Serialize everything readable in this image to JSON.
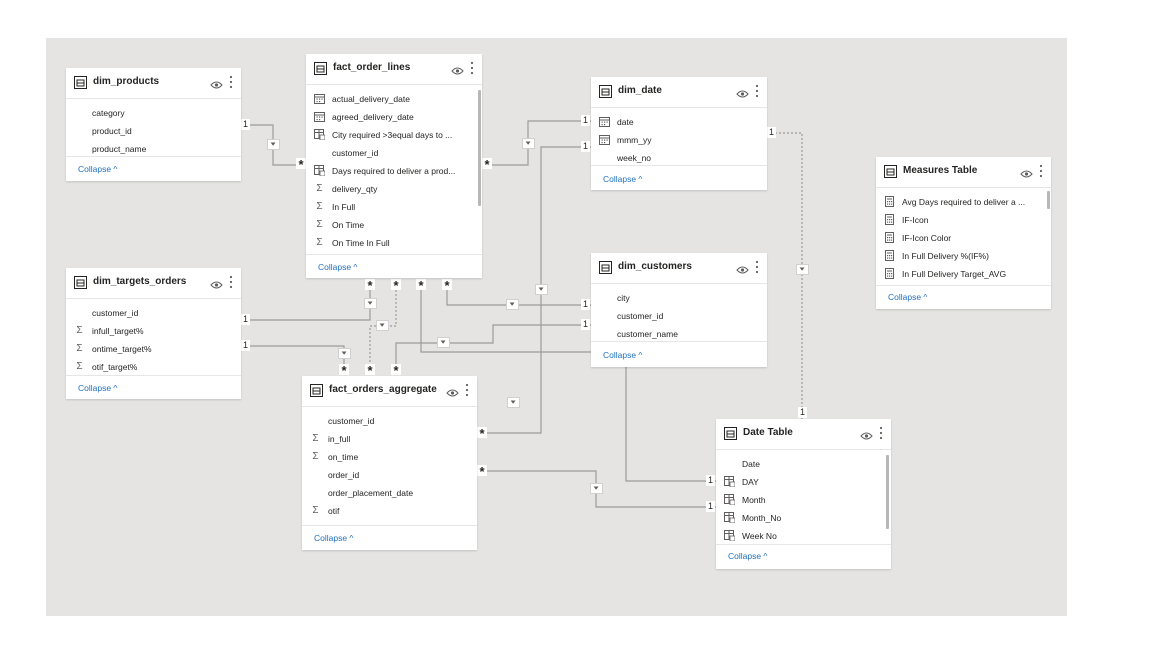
{
  "colors": {
    "canvas": "#e5e4e2",
    "line": "#9b9b9b",
    "link": "#1f6fbf",
    "text": "#252423"
  },
  "tables": {
    "dim_products": {
      "title": "dim_products",
      "fields": [
        {
          "name": "category",
          "icon": "none"
        },
        {
          "name": "product_id",
          "icon": "none"
        },
        {
          "name": "product_name",
          "icon": "none"
        }
      ],
      "collapse": "Collapse ^"
    },
    "fact_order_lines": {
      "title": "fact_order_lines",
      "fields": [
        {
          "name": "actual_delivery_date",
          "icon": "calendar-icon"
        },
        {
          "name": "agreed_delivery_date",
          "icon": "calendar-icon"
        },
        {
          "name": "City required >3equal days to ...",
          "icon": "calculated-column-icon"
        },
        {
          "name": "customer_id",
          "icon": "none"
        },
        {
          "name": "Days required to deliver a prod...",
          "icon": "calculated-column-icon"
        },
        {
          "name": "delivery_qty",
          "icon": "sigma-icon"
        },
        {
          "name": "In Full",
          "icon": "sigma-icon"
        },
        {
          "name": "On Time",
          "icon": "sigma-icon"
        },
        {
          "name": "On Time In Full",
          "icon": "sigma-icon"
        }
      ],
      "collapse": "Collapse ^"
    },
    "dim_date": {
      "title": "dim_date",
      "fields": [
        {
          "name": "date",
          "icon": "calendar-icon"
        },
        {
          "name": "mmm_yy",
          "icon": "calendar-icon"
        },
        {
          "name": "week_no",
          "icon": "none"
        }
      ],
      "collapse": "Collapse ^"
    },
    "measures_table": {
      "title": "Measures Table",
      "fields": [
        {
          "name": "Avg Days required to deliver a ...",
          "icon": "measure-icon"
        },
        {
          "name": "IF-Icon",
          "icon": "measure-icon"
        },
        {
          "name": "IF-Icon Color",
          "icon": "measure-icon"
        },
        {
          "name": "In Full Delivery %(IF%)",
          "icon": "measure-icon"
        },
        {
          "name": "In Full Delivery Target_AVG",
          "icon": "measure-icon"
        }
      ],
      "collapse": "Collapse ^"
    },
    "dim_targets_orders": {
      "title": "dim_targets_orders",
      "fields": [
        {
          "name": "customer_id",
          "icon": "none"
        },
        {
          "name": "infull_target%",
          "icon": "sigma-icon"
        },
        {
          "name": "ontime_target%",
          "icon": "sigma-icon"
        },
        {
          "name": "otif_target%",
          "icon": "sigma-icon"
        }
      ],
      "collapse": "Collapse ^"
    },
    "dim_customers": {
      "title": "dim_customers",
      "fields": [
        {
          "name": "city",
          "icon": "none"
        },
        {
          "name": "customer_id",
          "icon": "none"
        },
        {
          "name": "customer_name",
          "icon": "none"
        }
      ],
      "collapse": "Collapse ^"
    },
    "fact_orders_aggregate": {
      "title": "fact_orders_aggregate",
      "fields": [
        {
          "name": "customer_id",
          "icon": "none"
        },
        {
          "name": "in_full",
          "icon": "sigma-icon"
        },
        {
          "name": "on_time",
          "icon": "sigma-icon"
        },
        {
          "name": "order_id",
          "icon": "none"
        },
        {
          "name": "order_placement_date",
          "icon": "none"
        },
        {
          "name": "otif",
          "icon": "sigma-icon"
        }
      ],
      "collapse": "Collapse ^"
    },
    "date_table": {
      "title": "Date Table",
      "fields": [
        {
          "name": "Date",
          "icon": "none"
        },
        {
          "name": "DAY",
          "icon": "calculated-column-icon"
        },
        {
          "name": "Month",
          "icon": "calculated-column-icon"
        },
        {
          "name": "Month_No",
          "icon": "calculated-column-icon"
        },
        {
          "name": "Week No",
          "icon": "calculated-column-icon"
        }
      ],
      "collapse": "Collapse ^"
    }
  },
  "relationship_labels": {
    "one": "1",
    "many": "*"
  }
}
